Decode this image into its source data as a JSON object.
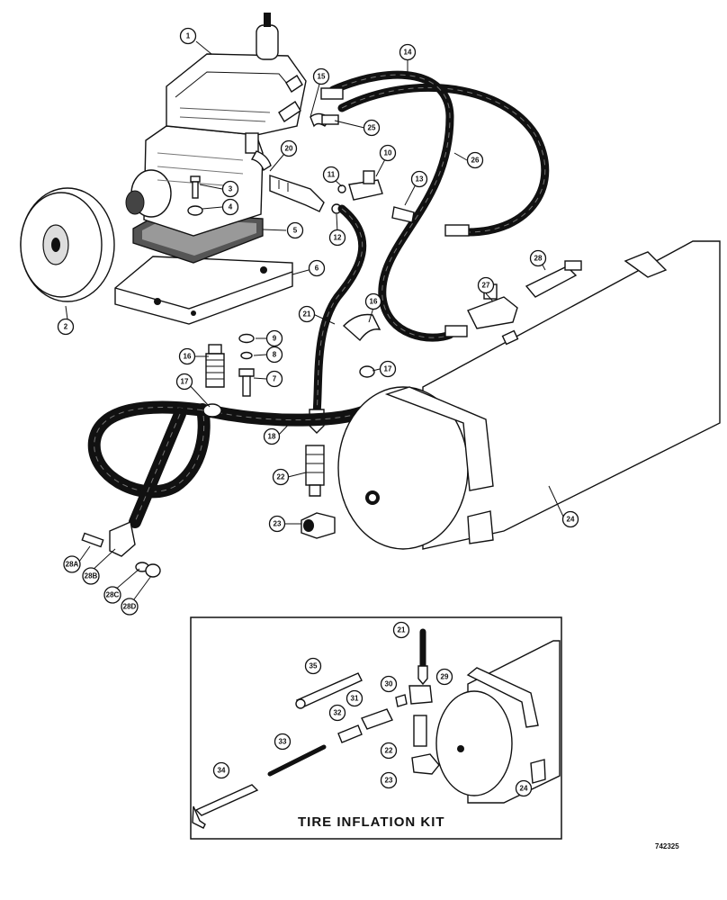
{
  "figure": {
    "inset_title": "TIRE INFLATION KIT",
    "drawing_number": "742325"
  },
  "callouts": [
    {
      "id": "c1",
      "label": "1"
    },
    {
      "id": "c2",
      "label": "2"
    },
    {
      "id": "c3",
      "label": "3"
    },
    {
      "id": "c4",
      "label": "4"
    },
    {
      "id": "c5",
      "label": "5"
    },
    {
      "id": "c6",
      "label": "6"
    },
    {
      "id": "c7",
      "label": "7"
    },
    {
      "id": "c8",
      "label": "8"
    },
    {
      "id": "c9",
      "label": "9"
    },
    {
      "id": "c10",
      "label": "10"
    },
    {
      "id": "c11",
      "label": "11"
    },
    {
      "id": "c12",
      "label": "12"
    },
    {
      "id": "c13",
      "label": "13"
    },
    {
      "id": "c14",
      "label": "14"
    },
    {
      "id": "c15",
      "label": "15"
    },
    {
      "id": "c16a",
      "label": "16"
    },
    {
      "id": "c16b",
      "label": "16"
    },
    {
      "id": "c17a",
      "label": "17"
    },
    {
      "id": "c17b",
      "label": "17"
    },
    {
      "id": "c18",
      "label": "18"
    },
    {
      "id": "c20",
      "label": "20"
    },
    {
      "id": "c21",
      "label": "21"
    },
    {
      "id": "c22",
      "label": "22"
    },
    {
      "id": "c23",
      "label": "23"
    },
    {
      "id": "c24",
      "label": "24"
    },
    {
      "id": "c25",
      "label": "25"
    },
    {
      "id": "c26",
      "label": "26"
    },
    {
      "id": "c27",
      "label": "27"
    },
    {
      "id": "c28",
      "label": "28"
    },
    {
      "id": "c28a",
      "label": "28A"
    },
    {
      "id": "c28b",
      "label": "28B"
    },
    {
      "id": "c28c",
      "label": "28C"
    },
    {
      "id": "c28d",
      "label": "28D"
    },
    {
      "id": "k21",
      "label": "21"
    },
    {
      "id": "k22",
      "label": "22"
    },
    {
      "id": "k23",
      "label": "23"
    },
    {
      "id": "k24",
      "label": "24"
    },
    {
      "id": "k29",
      "label": "29"
    },
    {
      "id": "k30",
      "label": "30"
    },
    {
      "id": "k31",
      "label": "31"
    },
    {
      "id": "k32",
      "label": "32"
    },
    {
      "id": "k33",
      "label": "33"
    },
    {
      "id": "k34",
      "label": "34"
    },
    {
      "id": "k35",
      "label": "35"
    }
  ]
}
